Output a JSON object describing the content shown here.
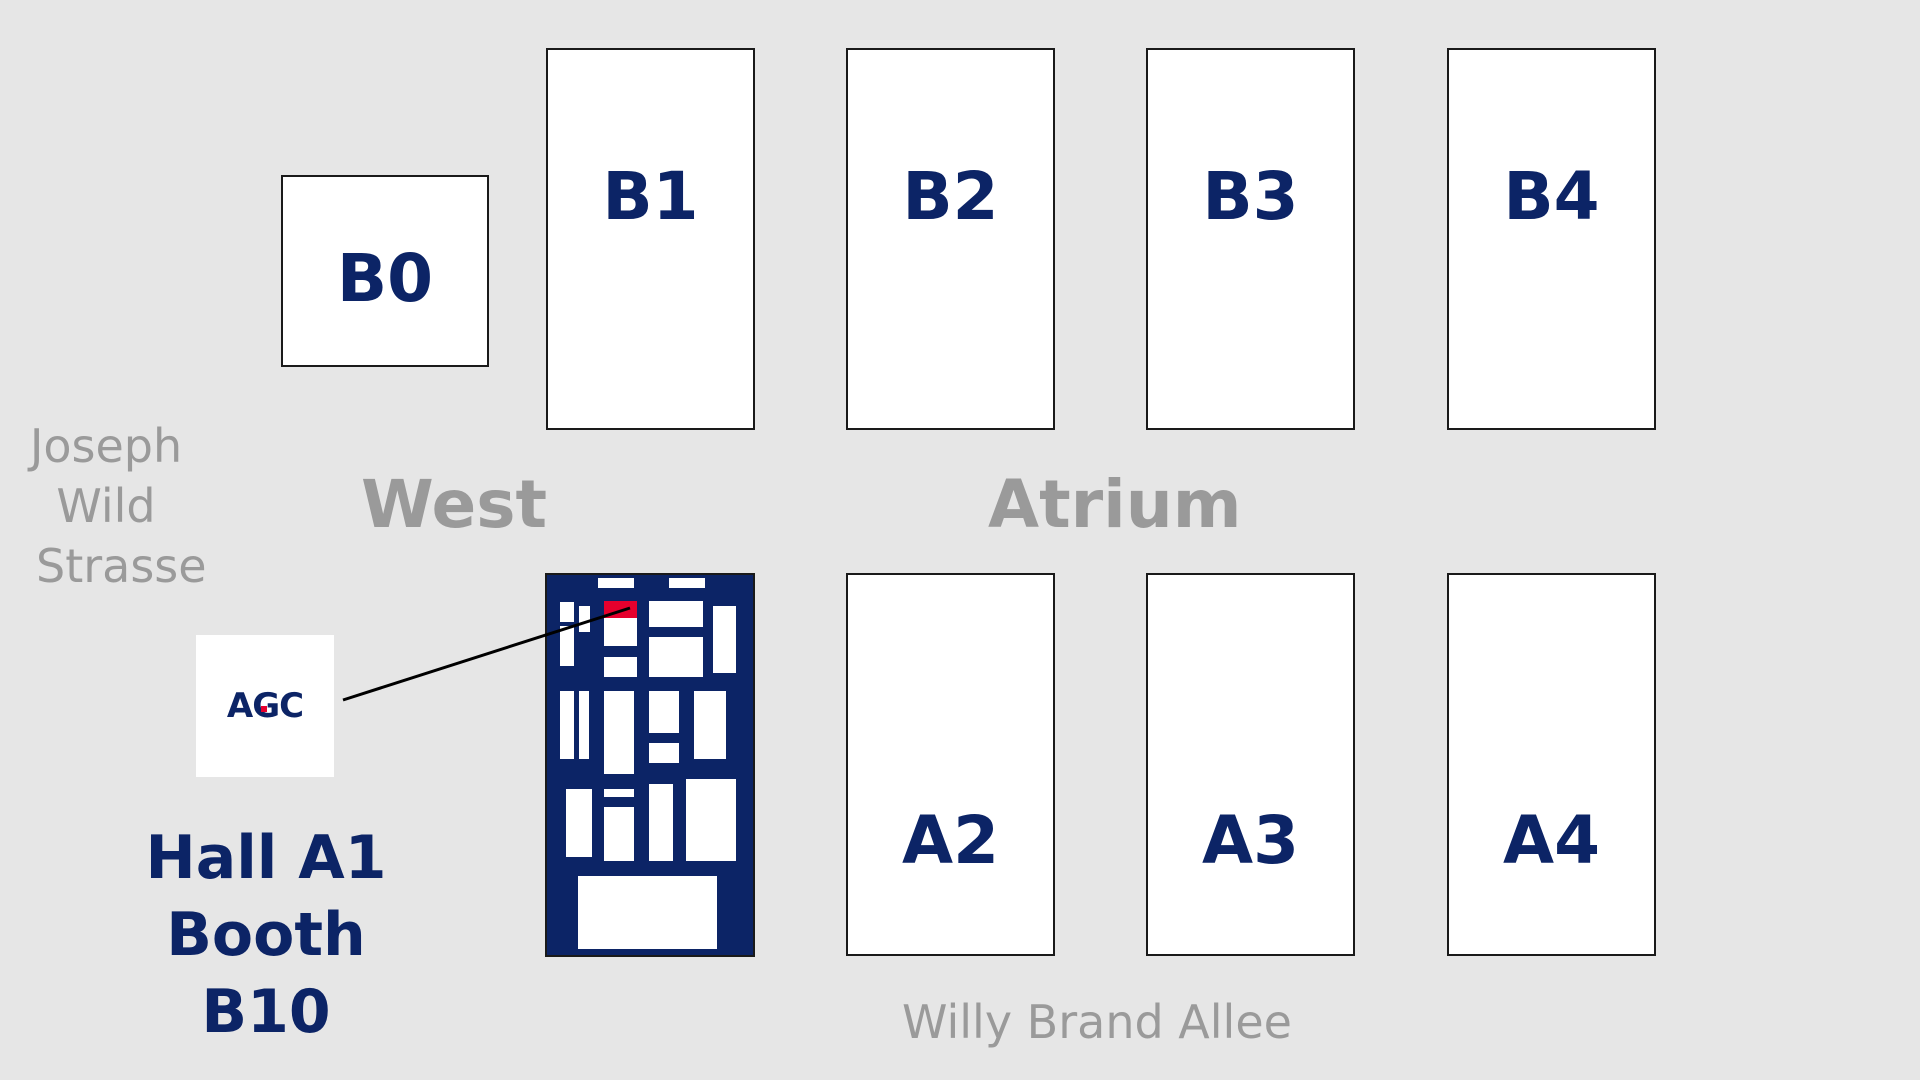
{
  "halls": {
    "b0": "B0",
    "b1": "B1",
    "b2": "B2",
    "b3": "B3",
    "b4": "B4",
    "a2": "A2",
    "a3": "A3",
    "a4": "A4"
  },
  "areas": {
    "west": "West",
    "atrium": "Atrium"
  },
  "streets": {
    "joseph_line1": "Joseph",
    "joseph_line2": "Wild",
    "joseph_line3": "Strasse",
    "willy": "Willy Brand Allee"
  },
  "exhibitor": {
    "logo": "AGC",
    "hall": "Hall A1",
    "booth": "Booth B10"
  },
  "colors": {
    "background": "#e6e6e6",
    "navy": "#0c2466",
    "highlight": "#e6002d",
    "gray_text": "#9a9a9a"
  }
}
